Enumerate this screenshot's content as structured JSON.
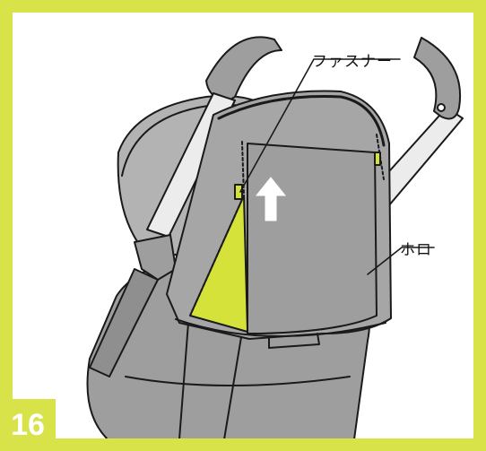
{
  "step": {
    "number": "16"
  },
  "callouts": {
    "zipper": "ファスナー",
    "hood": "ホロ"
  },
  "colors": {
    "frame": "#d8e34a",
    "fabric": "#9e9e9e",
    "fabric_light": "#b3b3b3",
    "lining": "#d4e23a",
    "outline": "#1a1a1a",
    "frame_bar": "#ececec"
  },
  "icons": {
    "direction": "up-arrow-icon"
  }
}
